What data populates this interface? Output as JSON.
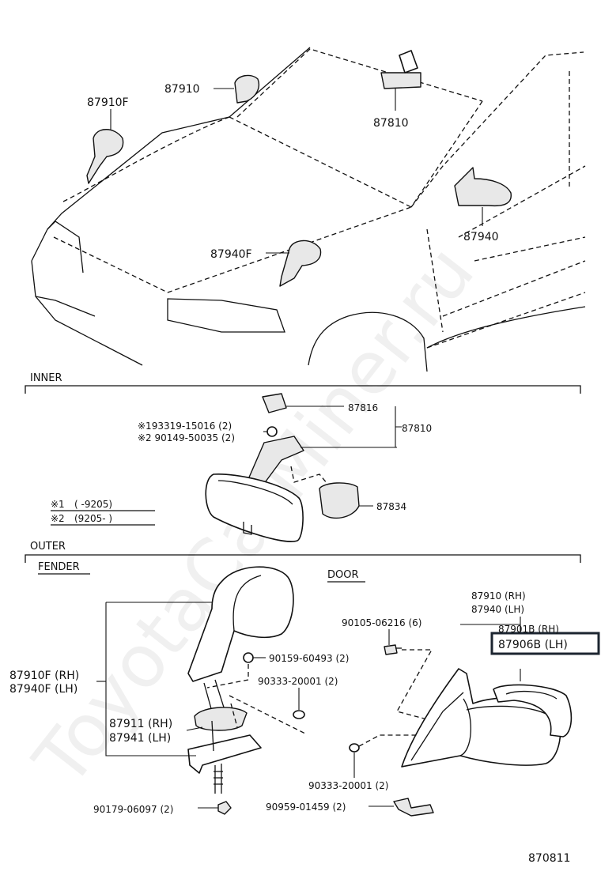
{
  "watermark": "ToyotaCarMiner.ru",
  "sections": {
    "inner": "INNER",
    "outer": "OUTER",
    "fender": "FENDER",
    "door": "DOOR"
  },
  "car_view": {
    "p87910": "87910",
    "p87910f": "87910F",
    "p87810": "87810",
    "p87940": "87940",
    "p87940f": "87940F"
  },
  "inner": {
    "p87816": "87816",
    "p87810": "87810",
    "p87834": "87834",
    "bolt1": "※193319-15016 (2)",
    "bolt2": "※2 90149-50035 (2)",
    "note1_mark": "※1",
    "note1_range": "(      -9205)",
    "note2_mark": "※2",
    "note2_range": "(9205-       )"
  },
  "fender": {
    "mirror_rh": "87910F (RH)",
    "mirror_lh": "87940F (LH)",
    "base_rh": "87911 (RH)",
    "base_lh": "87941 (LH)",
    "screw": "90159-60493 (2)",
    "clip": "90333-20001 (2)",
    "bolt": "90179-06097 (2)"
  },
  "door": {
    "mirror_rh": "87910 (RH)",
    "mirror_lh": "87940 (LH)",
    "glass_rh": "87901B (RH)",
    "glass_lh": "87906B (LH)",
    "screw": "90105-06216 (6)",
    "clip": "90333-20001 (2)",
    "bracket": "90959-01459 (2)"
  },
  "diagram_id": "870811"
}
